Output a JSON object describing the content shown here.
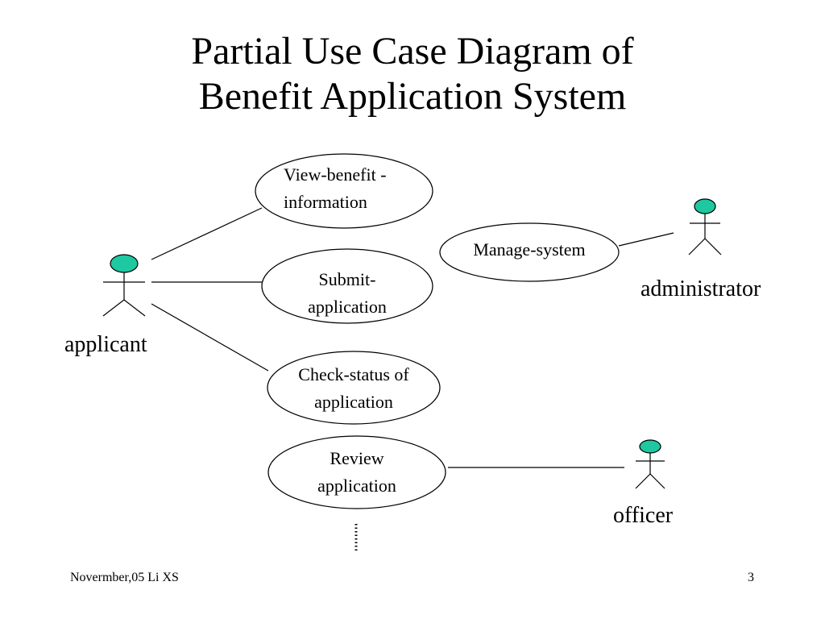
{
  "slide": {
    "title_line1": "Partial Use Case Diagram of",
    "title_line2": "Benefit Application System"
  },
  "actors": {
    "applicant": "applicant",
    "administrator": "administrator",
    "officer": "officer"
  },
  "use_cases": {
    "view_benefit": "View-benefit -\ninformation",
    "submit": "Submit-\napplication",
    "check_status": "Check-status of\napplication",
    "manage_system": "Manage-system",
    "review": "Review\napplication"
  },
  "more_indicator": "……",
  "footer": {
    "left": "Novermber,05 Li XS",
    "page_number": "3"
  },
  "colors": {
    "actor_head": "#1ec8a0",
    "line": "#000000"
  },
  "icons": {
    "actor": "stick-figure-icon"
  }
}
